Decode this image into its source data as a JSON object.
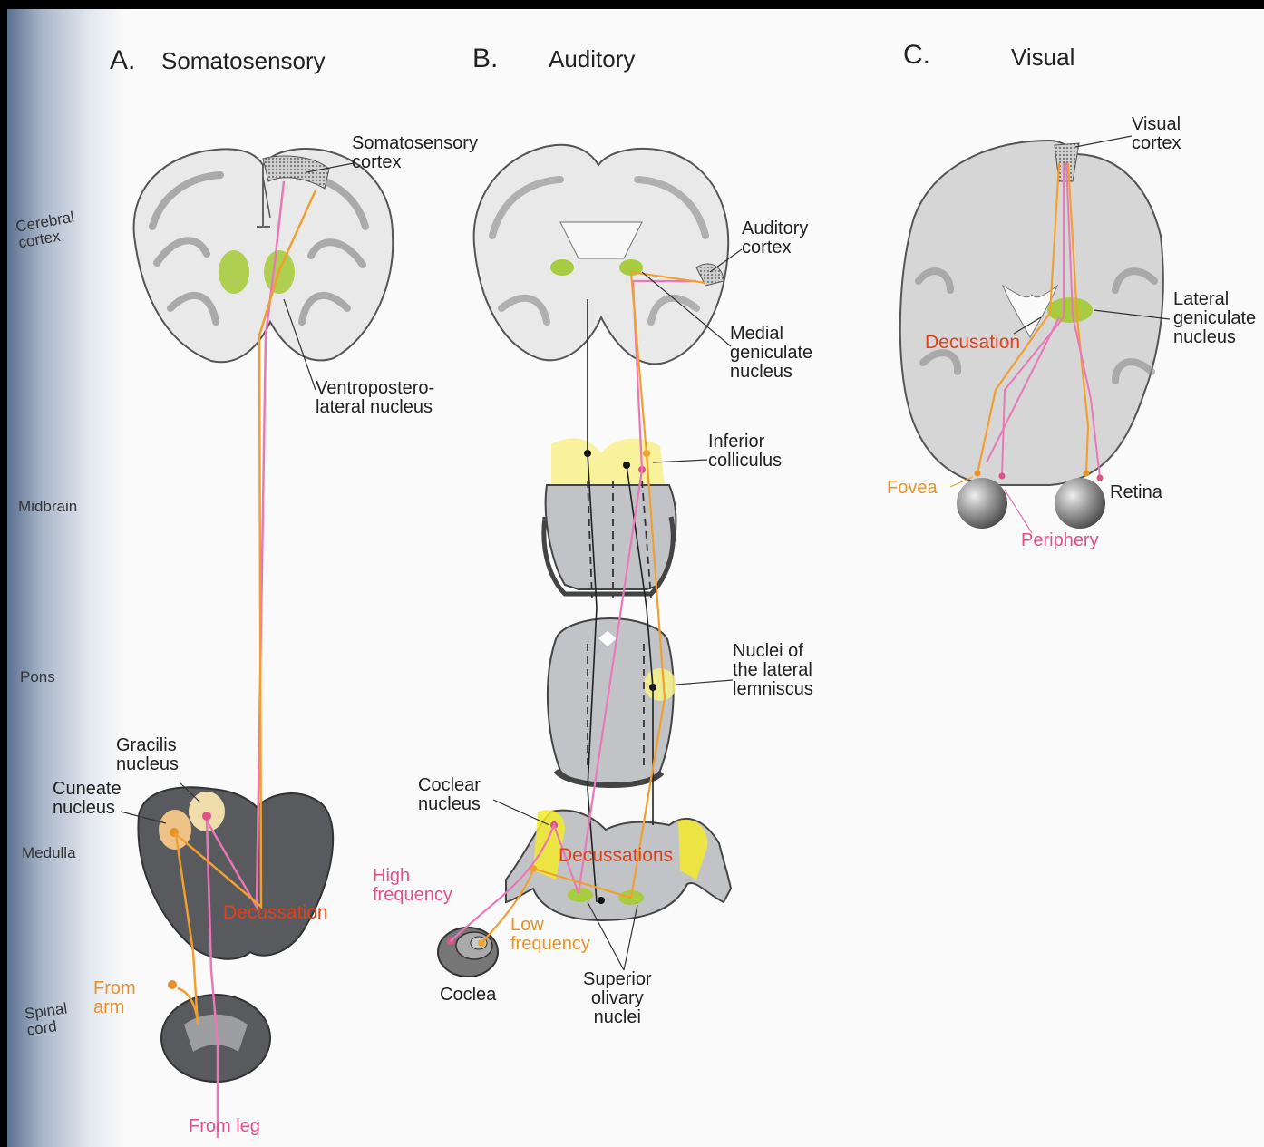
{
  "panels": {
    "a": {
      "letter": "A.",
      "title": "Somatosensory"
    },
    "b": {
      "letter": "B.",
      "title": "Auditory"
    },
    "c": {
      "letter": "C.",
      "title": "Visual"
    }
  },
  "levels": {
    "cerebral_cortex": "Cerebral\ncortex",
    "midbrain": "Midbrain",
    "pons": "Pons",
    "medulla": "Medulla",
    "spinal_cord": "Spinal\ncord"
  },
  "somatosensory": {
    "cortex": "Somatosensory\ncortex",
    "vpl": "Ventropostero-\nlateral nucleus",
    "gracilis": "Gracilis\nnucleus",
    "cuneate": "Cuneate\nnucleus",
    "decussation": "Decussation",
    "from_arm": "From\narm",
    "from_leg": "From leg"
  },
  "auditory": {
    "cortex": "Auditory\ncortex",
    "mgn": "Medial\ngeniculate\nnucleus",
    "inferior_colliculus": "Inferior\ncolliculus",
    "lateral_lemniscus": "Nuclei of\nthe lateral\nlemniscus",
    "cochlear_nucleus": "Coclear\nnucleus",
    "decussations": "Decussations",
    "high_freq": "High\nfrequency",
    "low_freq": "Low\nfrequency",
    "cochlea": "Coclea",
    "superior_olivary": "Superior\nolivary\nnuclei"
  },
  "visual": {
    "cortex": "Visual\ncortex",
    "lgn": "Lateral\ngeniculate\nnucleus",
    "decusation": "Decusation",
    "fovea": "Fovea",
    "retina": "Retina",
    "periphery": "Periphery"
  },
  "colors": {
    "orange_pathway": "#f0a030",
    "pink_pathway": "#e878b8",
    "nucleus_green": "#a8cc40",
    "nucleus_yellow": "#f6f08a",
    "decussation_label": "#e2401a"
  }
}
